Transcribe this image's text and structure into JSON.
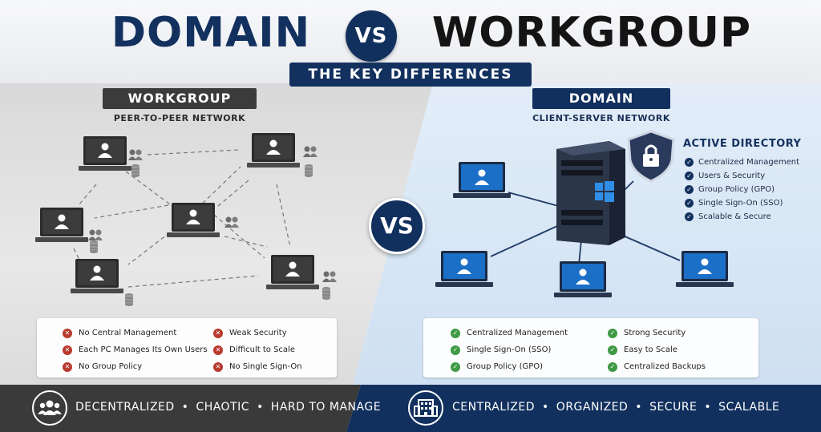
{
  "header": {
    "title_left": "DOMAIN",
    "vs": "VS",
    "title_right": "WORKGROUP",
    "subtitle": "THE KEY DIFFERENCES"
  },
  "workgroup": {
    "label": "WORKGROUP",
    "sublabel": "PEER-TO-PEER NETWORK",
    "cons_col1": [
      "No Central Management",
      "Each PC Manages Its Own Users",
      "No Group Policy"
    ],
    "cons_col2": [
      "Weak Security",
      "Difficult to Scale",
      "No Single Sign-On"
    ],
    "footer": [
      "DECENTRALIZED",
      "CHAOTIC",
      "HARD TO MANAGE"
    ]
  },
  "domain": {
    "label": "DOMAIN",
    "sublabel": "CLIENT-SERVER NETWORK",
    "active_directory": {
      "title": "ACTIVE DIRECTORY",
      "items": [
        "Centralized Management",
        "Users & Security",
        "Group Policy (GPO)",
        "Single Sign-On (SSO)",
        "Scalable & Secure"
      ]
    },
    "pros_col1": [
      "Centralized Management",
      "Single Sign-On (SSO)",
      "Group Policy (GPO)"
    ],
    "pros_col2": [
      "Strong Security",
      "Easy to Scale",
      "Centralized Backups"
    ],
    "footer": [
      "CENTRALIZED",
      "ORGANIZED",
      "SECURE",
      "SCALABLE"
    ]
  },
  "vs_center": "VS",
  "footer_separator": "•",
  "colors": {
    "navy": "#12305e",
    "dark_gray": "#3a3a3a",
    "check_green": "#3f9a45",
    "cross_red": "#b83a2e"
  },
  "icons": {
    "workgroup_footer": "users-group-icon",
    "domain_footer": "office-building-icon",
    "shield": "shield-lock-icon",
    "windows": "windows-logo-icon"
  }
}
